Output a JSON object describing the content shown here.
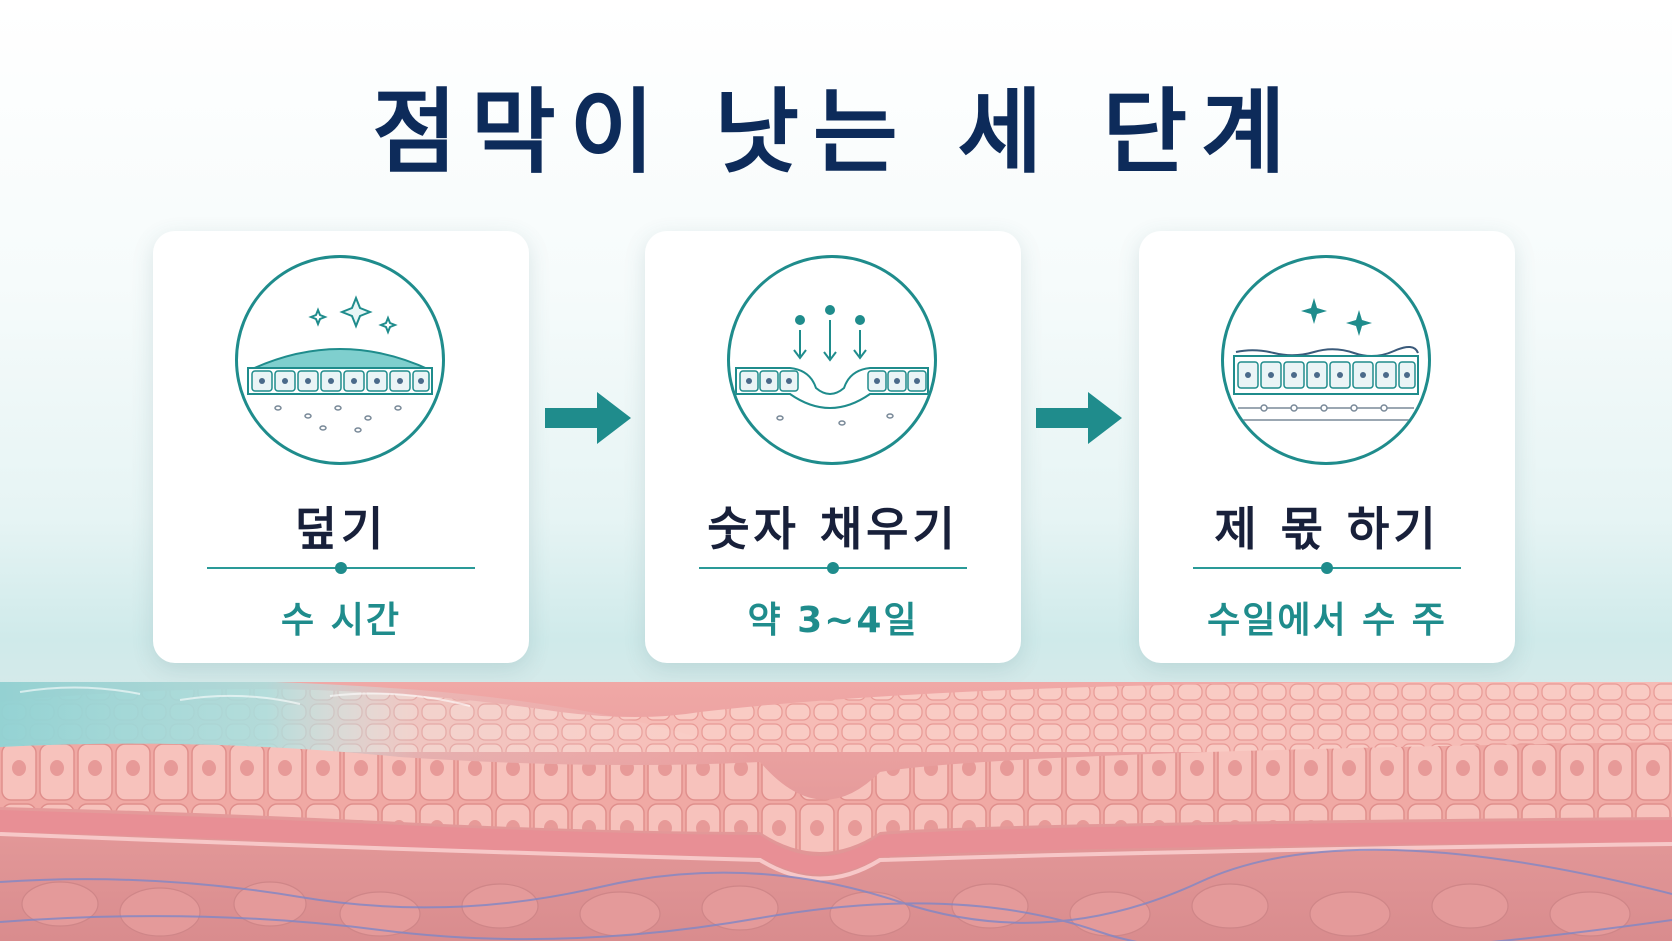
{
  "title": "점막이 낫는 세 단계",
  "stages": [
    {
      "name": "덮기",
      "duration": "수 시간",
      "icon": "cell-layer-covered-icon"
    },
    {
      "name": "숫자 채우기",
      "duration": "약 3~4일",
      "icon": "cells-filling-gap-icon"
    },
    {
      "name": "제 몫 하기",
      "duration": "수일에서 수 주",
      "icon": "restored-tissue-icon"
    }
  ],
  "colors": {
    "title": "#0d2b5a",
    "accent": "#1f8c8c",
    "text": "#18203a",
    "tissue": "#f2aaa8"
  }
}
